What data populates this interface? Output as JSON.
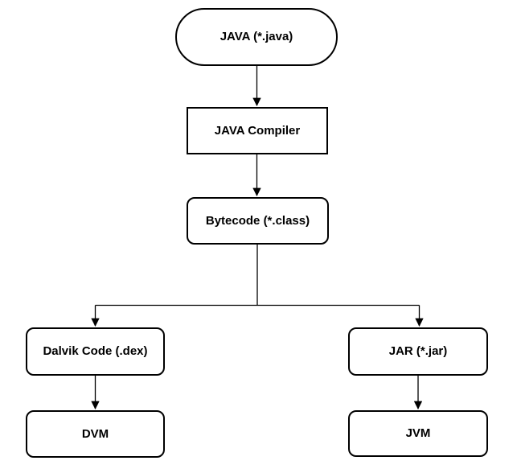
{
  "diagram": {
    "nodes": {
      "java_source": {
        "label": "JAVA (*.java)",
        "shape": "stadium"
      },
      "java_compiler": {
        "label": "JAVA Compiler",
        "shape": "rectangle"
      },
      "bytecode": {
        "label": "Bytecode (*.class)",
        "shape": "rounded"
      },
      "dalvik_code": {
        "label": "Dalvik Code (.dex)",
        "shape": "rounded"
      },
      "dvm": {
        "label": "DVM",
        "shape": "rounded"
      },
      "jar": {
        "label": "JAR (*.jar)",
        "shape": "rounded"
      },
      "jvm": {
        "label": "JVM",
        "shape": "rounded"
      }
    },
    "edges": [
      {
        "from": "java_source",
        "to": "java_compiler"
      },
      {
        "from": "java_compiler",
        "to": "bytecode"
      },
      {
        "from": "bytecode",
        "to": "dalvik_code"
      },
      {
        "from": "bytecode",
        "to": "jar"
      },
      {
        "from": "dalvik_code",
        "to": "dvm"
      },
      {
        "from": "jar",
        "to": "jvm"
      }
    ],
    "colors": {
      "stroke": "#000000",
      "node_fill": "#ffffff",
      "text": "#000000",
      "background": "#ffffff"
    }
  }
}
